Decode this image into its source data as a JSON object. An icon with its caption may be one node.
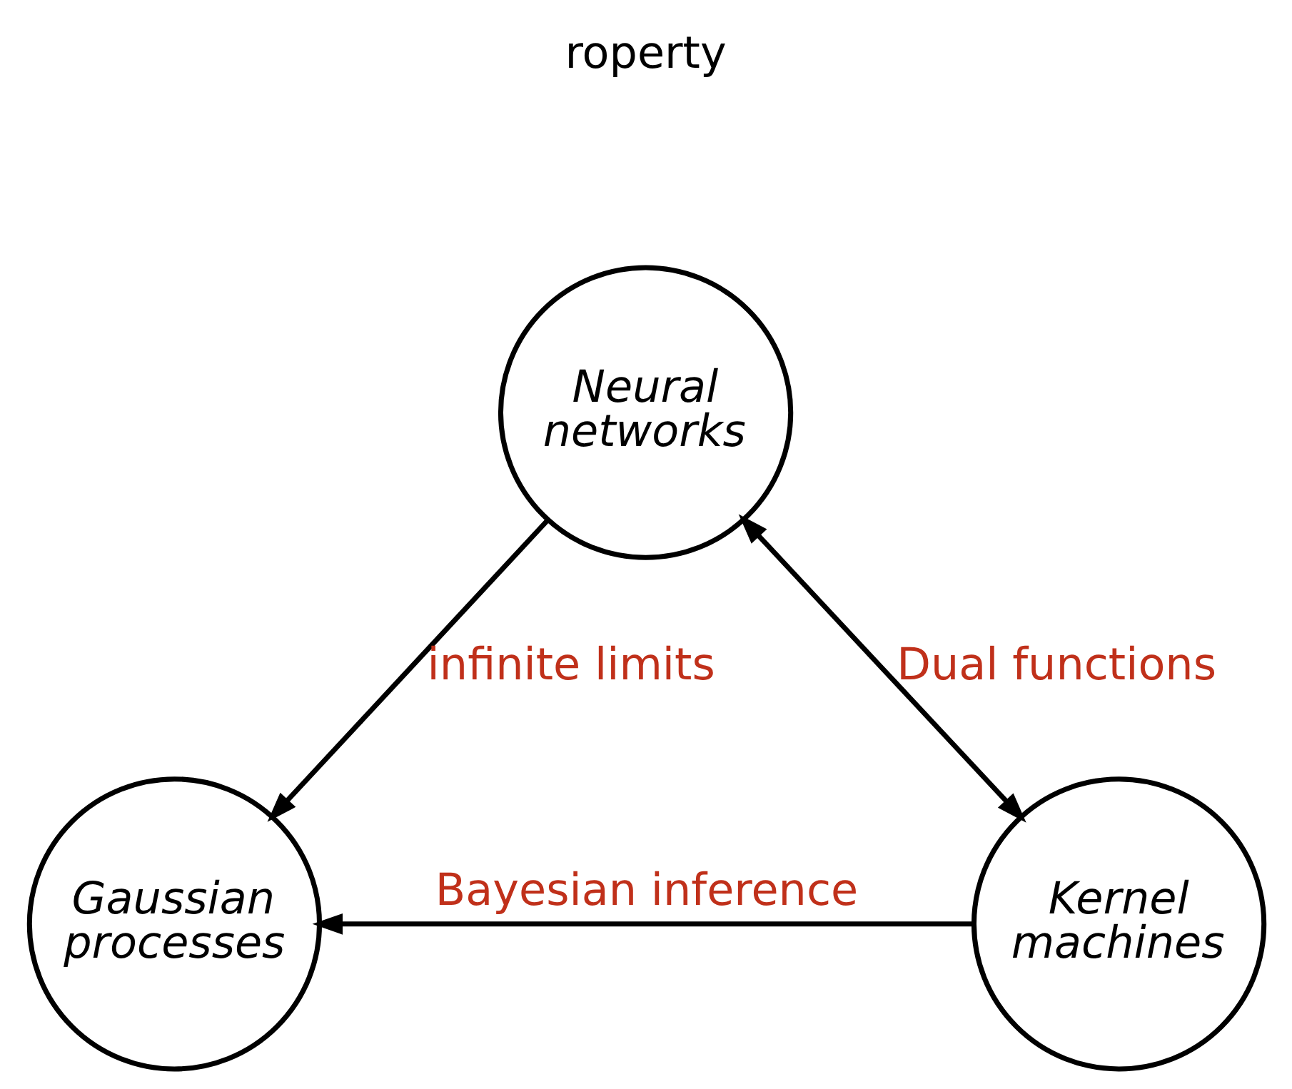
{
  "diagram": {
    "nodes": [
      {
        "text": [
          "Neural networks"
        ]
      },
      {
        "text": [
          "Gaussian processes"
        ]
      },
      {
        "text": [
          "Kernel machines"
        ]
      }
    ],
    "edges": [
      {
        "from": 0,
        "to": 1,
        "arrow": "to",
        "label": "infinite limits"
      },
      {
        "from": 0,
        "to": 2,
        "arrow": "both",
        "label": "Dual functions"
      },
      {
        "from": 2,
        "to": 1,
        "arrow": "to",
        "label": "Bayesian inference"
      }
    ],
    "labels": [
      "roperty"
    ]
  }
}
